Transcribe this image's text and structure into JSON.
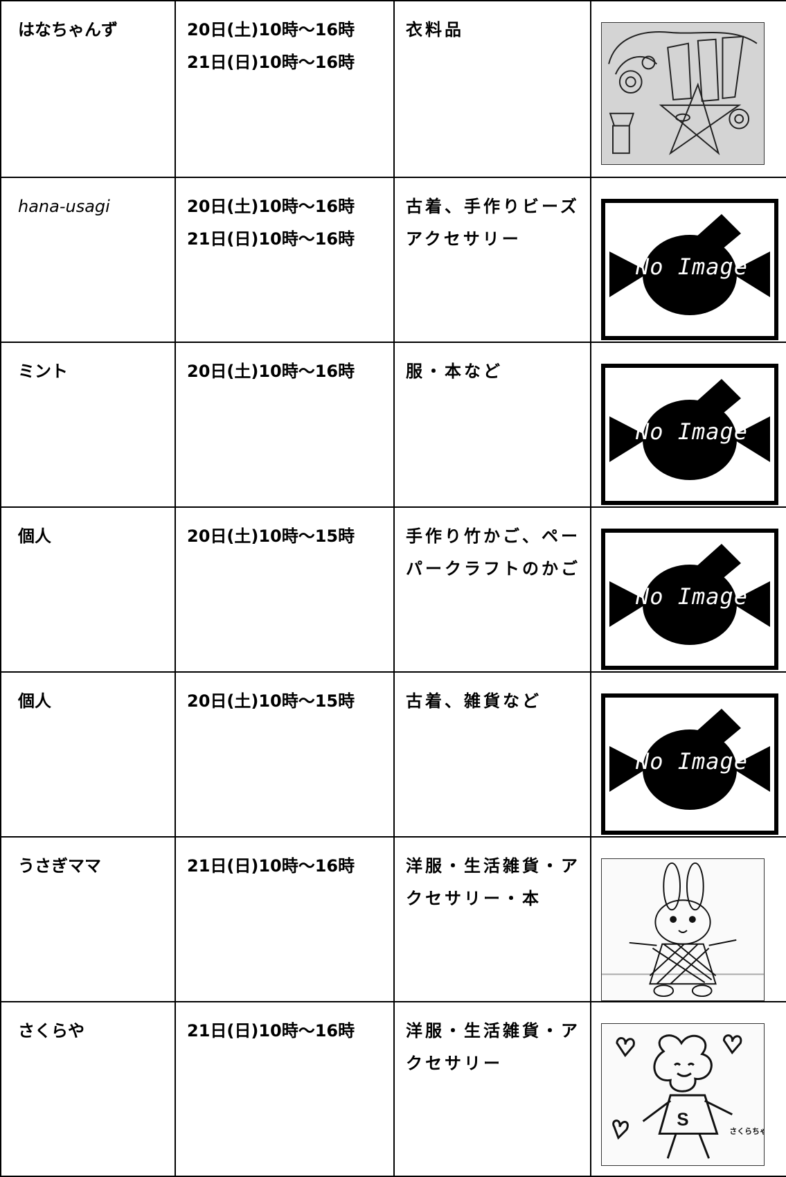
{
  "rows": [
    {
      "name": "はなちゃんず",
      "dates": [
        "20日(土)10時〜16時",
        "21日(日)10時〜16時"
      ],
      "items": "衣料品",
      "image": {
        "type": "sketch",
        "icon": "hand-drawn-stars-and-flowers-sketch"
      }
    },
    {
      "name": "hana-usagi",
      "dates": [
        "20日(土)10時〜16時",
        "21日(日)10時〜16時"
      ],
      "items": "古着、手作りビーズアクセサリー",
      "image": {
        "type": "no-image",
        "label": "No Image"
      }
    },
    {
      "name": "ミント",
      "dates": [
        "20日(土)10時〜16時"
      ],
      "items": "服・本など",
      "image": {
        "type": "no-image",
        "label": "No Image"
      }
    },
    {
      "name": "個人",
      "dates": [
        "20日(土)10時〜15時"
      ],
      "items": "手作り竹かご、ペーパークラフトのかご",
      "image": {
        "type": "no-image",
        "label": "No Image"
      }
    },
    {
      "name": "個人",
      "dates": [
        "20日(土)10時〜15時"
      ],
      "items": "古着、雑貨など",
      "image": {
        "type": "no-image",
        "label": "No Image"
      }
    },
    {
      "name": "うさぎママ",
      "dates": [
        "21日(日)10時〜16時"
      ],
      "items": "洋服・生活雑貨・アクセサリー・本",
      "image": {
        "type": "sketch",
        "icon": "rabbit-drawing"
      }
    },
    {
      "name": "さくらや",
      "dates": [
        "21日(日)10時〜16時"
      ],
      "items": "洋服・生活雑貨・アクセサリー",
      "image": {
        "type": "sketch",
        "icon": "sakura-character-drawing",
        "caption": "さくらちゃん",
        "badge": "S"
      }
    }
  ]
}
